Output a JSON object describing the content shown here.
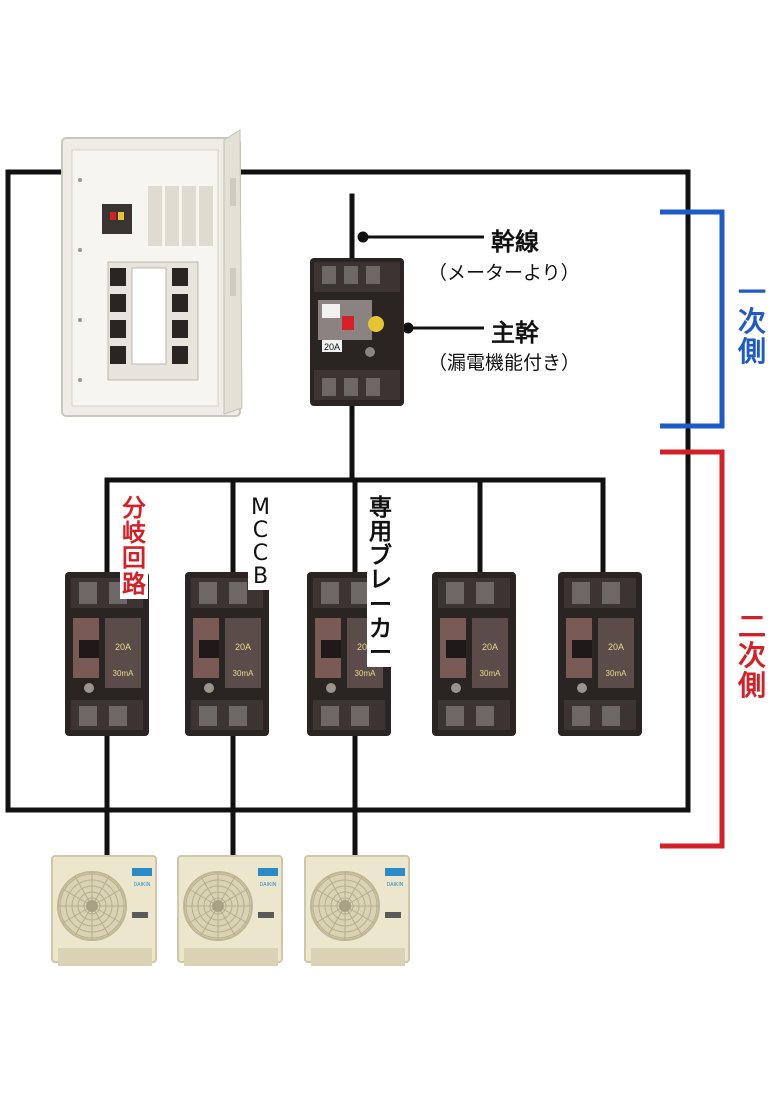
{
  "labels": {
    "trunk_title": "幹線",
    "trunk_sub": "（メーターより）",
    "main_title": "主幹",
    "main_sub": "（漏電機能付き）",
    "primary_side": "一次側",
    "secondary_side": "二次側",
    "branch_circuit": "分岐回路",
    "mccb": "MCCB",
    "dedicated_breaker": "専用ブレーカー"
  },
  "main_breaker": {
    "rating_label": "20A"
  },
  "branch_breakers": {
    "count": 5,
    "rating_label": "20A",
    "lower_label": "30mA"
  },
  "outdoor_units": {
    "count": 3,
    "brand_label": "DAIKIN"
  },
  "colors": {
    "wire": "#111111",
    "primary_bracket": "#1e5bc6",
    "secondary_bracket": "#d42027",
    "branch_label": "#d42027",
    "breaker_body": "#2a2423",
    "panel_body": "#eeece4",
    "outdoor_unit_body": "#ece6cc"
  }
}
